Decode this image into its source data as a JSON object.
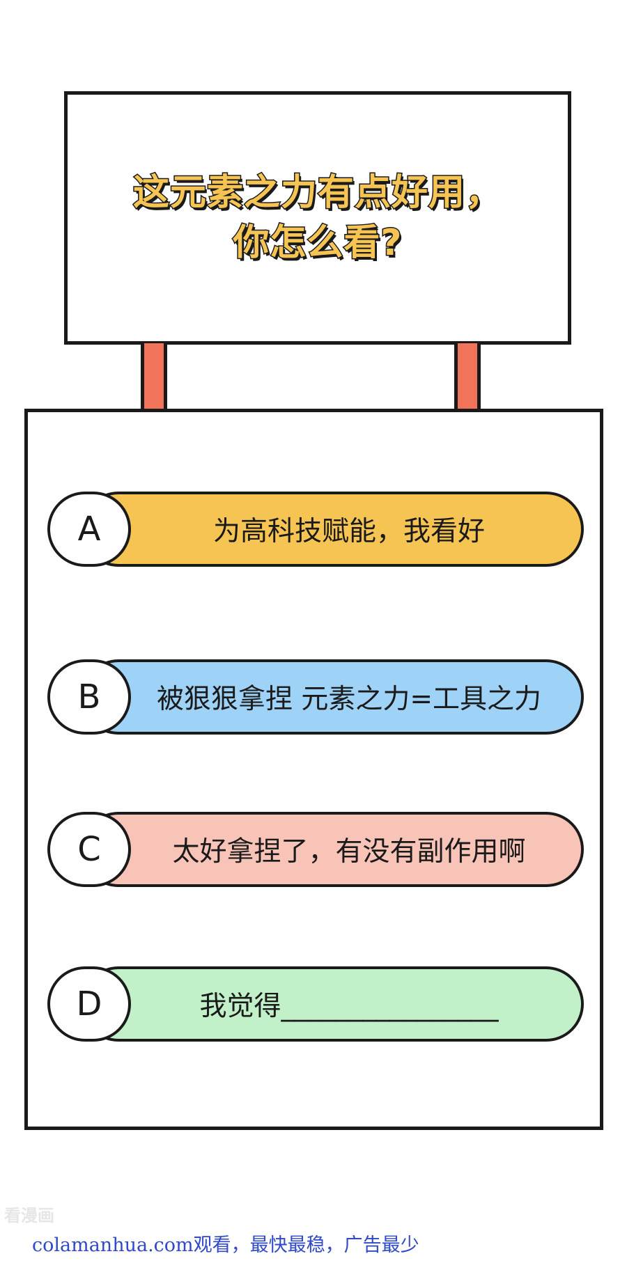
{
  "question": {
    "line1": "这元素之力有点好用，",
    "line2": "你怎么看?"
  },
  "options": [
    {
      "letter": "A",
      "text": "为高科技赋能，我看好",
      "color": "#f6c453"
    },
    {
      "letter": "B",
      "text": "被狠狠拿捏 元素之力=工具之力",
      "color": "#9fd2f7"
    },
    {
      "letter": "C",
      "text": "太好拿捏了，有没有副作用啊",
      "color": "#f9c4b8"
    },
    {
      "letter": "D",
      "text": "我觉得________________",
      "color": "#c2f1c9"
    }
  ],
  "watermark": {
    "site_small": "看漫画",
    "footer": "colamanhua.com观看，最快最稳，广告最少"
  }
}
